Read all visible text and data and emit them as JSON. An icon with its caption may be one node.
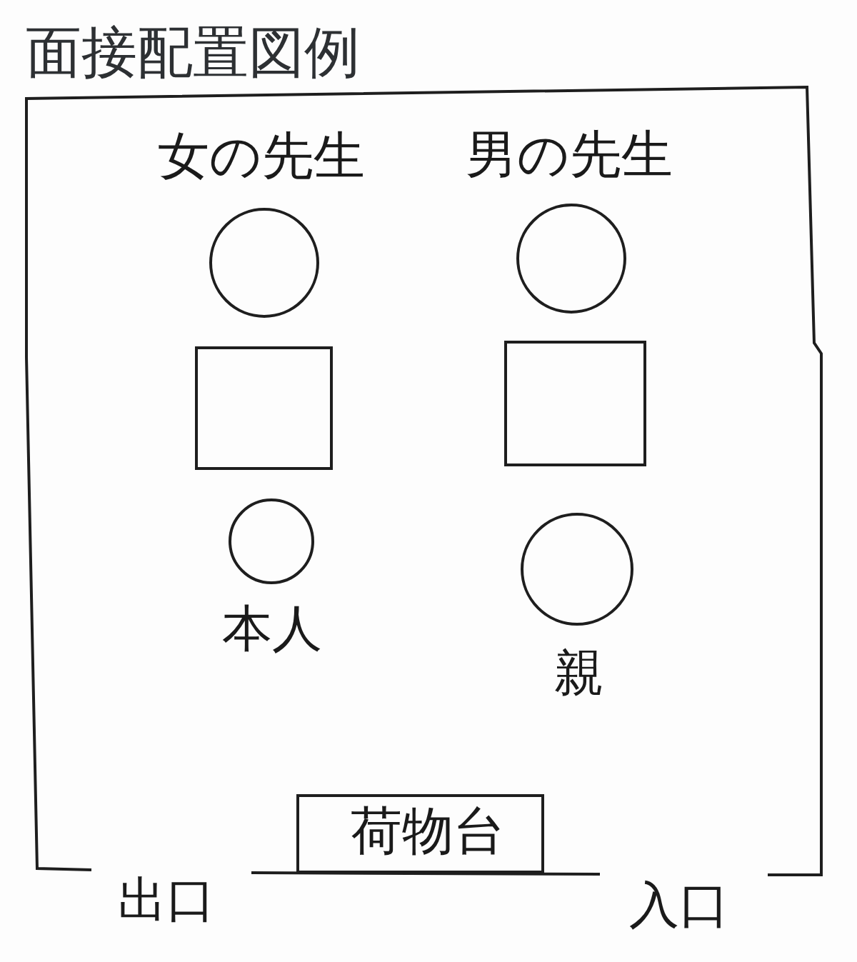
{
  "diagram": {
    "title": "面接配置図例",
    "nodes": [
      {
        "text": [],
        "shape": "circle",
        "beside": [
          "女の先生"
        ]
      },
      {
        "text": [],
        "shape": "circle",
        "beside": [
          "男の先生"
        ]
      },
      {
        "text": [],
        "shape": "box"
      },
      {
        "text": [],
        "shape": "box"
      },
      {
        "text": [],
        "shape": "circle",
        "beside": [
          "本人"
        ]
      },
      {
        "text": [],
        "shape": "circle",
        "beside": [
          "親"
        ]
      },
      {
        "text": [
          "荷物台"
        ]
      }
    ],
    "labels": [
      "出口",
      "入口"
    ]
  }
}
